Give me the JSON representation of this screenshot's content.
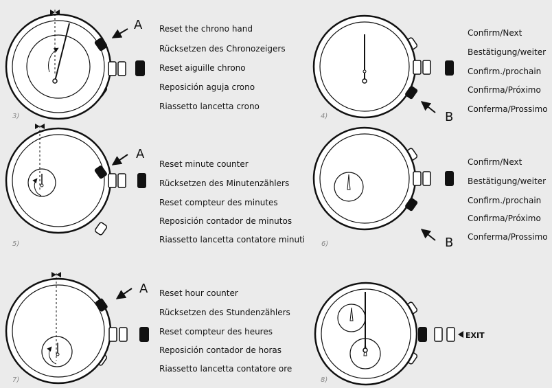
{
  "panels": [
    {
      "step": "3)",
      "button_letter": "A",
      "lines": [
        "Reset the chrono hand",
        "Rücksetzen des Chronozeigers",
        "Reset aiguille chrono",
        "Reposición aguja crono",
        "Riassetto lancetta crono"
      ]
    },
    {
      "step": "4)",
      "button_letter": "B",
      "lines": [
        "Confirm/Next",
        "Bestätigung/weiter",
        "Confirm./prochain",
        "Confirma/Próximo",
        "Conferma/Prossimo"
      ]
    },
    {
      "step": "5)",
      "button_letter": "A",
      "lines": [
        "Reset minute counter",
        "Rücksetzen des Minutenzählers",
        "Reset compteur des minutes",
        "Reposición contador de minutos",
        "Riassetto lancetta contatore minuti"
      ]
    },
    {
      "step": "6)",
      "button_letter": "B",
      "lines": [
        "Confirm/Next",
        "Bestätigung/weiter",
        "Confirm./prochain",
        "Confirma/Próximo",
        "Conferma/Prossimo"
      ]
    },
    {
      "step": "7)",
      "button_letter": "A",
      "lines": [
        "Reset hour counter",
        "Rücksetzen des Stundenzählers",
        "Reset compteur des heures",
        "Reposición contador de horas",
        "Riassetto lancetta contatore ore"
      ]
    },
    {
      "step": "8)",
      "exit_label": "EXIT"
    }
  ],
  "colors": {
    "background": "#ebebeb",
    "ink": "#111111",
    "dial": "#ffffff",
    "step_number": "#888888"
  }
}
